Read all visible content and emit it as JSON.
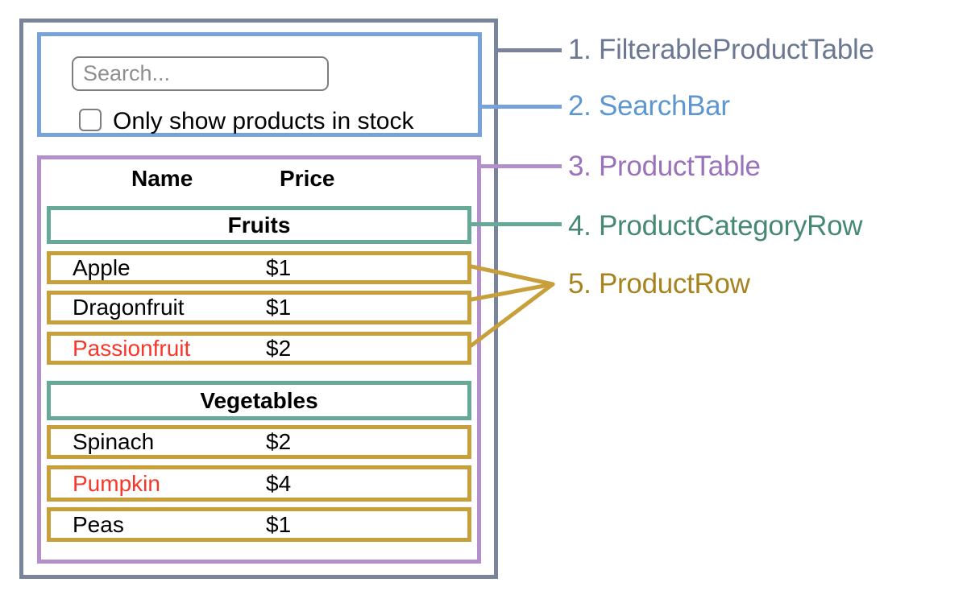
{
  "diagram": {
    "search_bar": {
      "search_placeholder": "Search...",
      "checkbox_label": "Only show products in stock",
      "checkbox_checked": false
    },
    "product_table": {
      "headers": {
        "name": "Name",
        "price": "Price"
      },
      "rows": [
        {
          "type": "category",
          "label": "Fruits"
        },
        {
          "type": "product",
          "name": "Apple",
          "price": "$1",
          "in_stock": true
        },
        {
          "type": "product",
          "name": "Dragonfruit",
          "price": "$1",
          "in_stock": true
        },
        {
          "type": "product",
          "name": "Passionfruit",
          "price": "$2",
          "in_stock": false
        },
        {
          "type": "category",
          "label": "Vegetables"
        },
        {
          "type": "product",
          "name": "Spinach",
          "price": "$2",
          "in_stock": true
        },
        {
          "type": "product",
          "name": "Pumpkin",
          "price": "$4",
          "in_stock": false
        },
        {
          "type": "product",
          "name": "Peas",
          "price": "$1",
          "in_stock": true
        }
      ]
    }
  },
  "legend": {
    "items": [
      {
        "number": "1",
        "text": "1. FilterableProductTable",
        "color": "#6c7891"
      },
      {
        "number": "2",
        "text": "2. SearchBar",
        "color": "#5e97d0"
      },
      {
        "number": "3",
        "text": "3. ProductTable",
        "color": "#9a72ba"
      },
      {
        "number": "4",
        "text": "4. ProductCategoryRow",
        "color": "#478873"
      },
      {
        "number": "5",
        "text": "5. ProductRow",
        "color": "#a5831f"
      }
    ]
  },
  "colors": {
    "filterable_product_table": "#79839c",
    "search_bar": "#78a3da",
    "product_table": "#b38fcb",
    "product_category_row": "#67a997",
    "product_row": "#c7a03c",
    "out_of_stock_text": "#f8372b",
    "background": "#ffffff"
  }
}
